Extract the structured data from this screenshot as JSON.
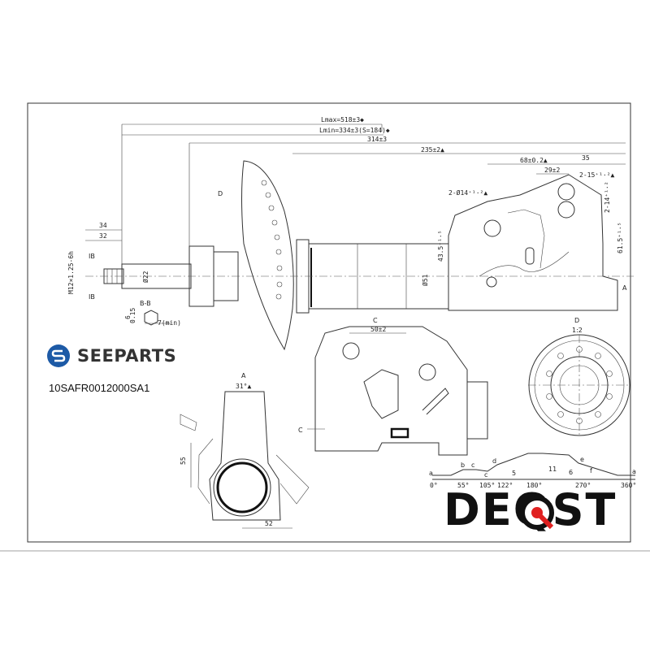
{
  "brand": {
    "name": "SEEPARTS",
    "logo_icon": "seeparts-s-logo-icon",
    "logo_color": "#1d5aa6"
  },
  "part_number": "10SAFR0012000SA1",
  "watermark": {
    "text": "DEQST",
    "accent_color": "#e02020"
  },
  "dimensions": {
    "lmax": "Lmax=518±3◆",
    "lmin": "Lmin=334±3(S=184)◆",
    "l314": "314±3",
    "l235": "235±2▲",
    "l68": "68±0.2▲",
    "l35": "35",
    "l29": "29±2",
    "hole15": "2-15⁺¹·²▲",
    "hole14r": "2-14⁺¹·²",
    "hole14": "2-Ø14⁺¹·²▲",
    "d43": "43.5⁺¹·⁵",
    "d51": "Ø51",
    "d61": "61.5⁺¹·⁵",
    "d22": "Ø22",
    "thread": "M12×1.25-6h",
    "d34": "34",
    "d32": "32",
    "view_bb": "B-B",
    "w7": "7(min)",
    "d6": "6",
    "d015": "0.15",
    "d50": "50±2",
    "ang31": "31°▲",
    "d55": "55",
    "d52": "52"
  },
  "labels": {
    "view_d": "D",
    "view_a": "A",
    "view_c": "C",
    "sec_b": "IB",
    "scale": "1:2",
    "cam_a": "a",
    "cam_b": "b",
    "cam_c": "c",
    "cam_d": "d",
    "cam_e": "e",
    "cam_f": "f",
    "cam_11": "11",
    "cam_5": "5",
    "cam_6": "6"
  },
  "cam_axis": [
    "0°",
    "55°",
    "105°",
    "122°",
    "180°",
    "270°",
    "360°"
  ]
}
